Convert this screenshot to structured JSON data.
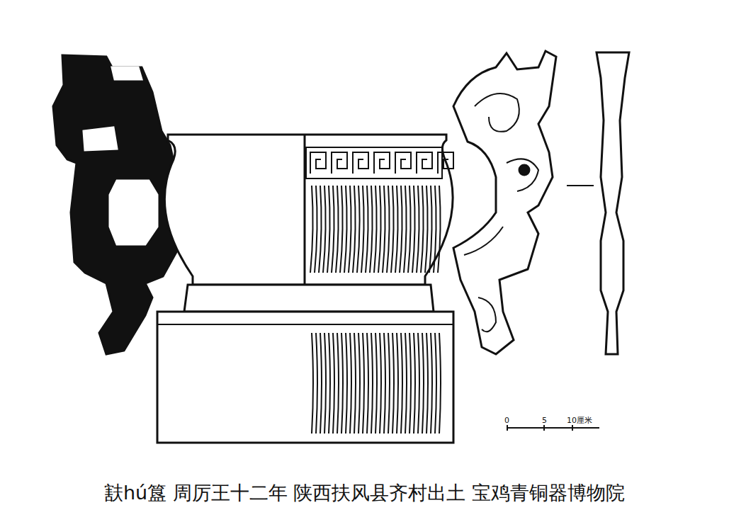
{
  "diagram": {
    "caption": "㝬hú簋 周厉王十二年 陕西扶风县齐村出土 宝鸡青铜器博物院",
    "labels": [
      "0",
      "5",
      "10厘米"
    ]
  }
}
